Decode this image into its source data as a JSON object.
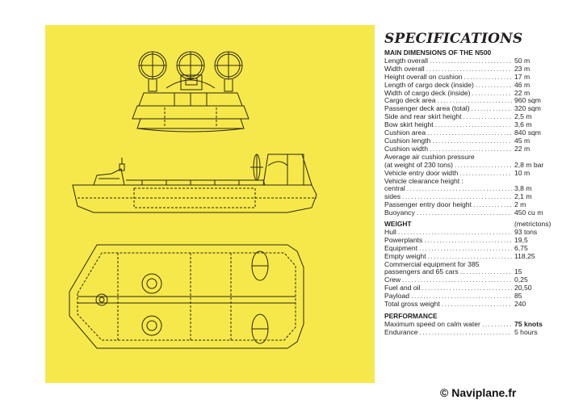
{
  "specifications": {
    "title": "SPECIFICATIONS",
    "main_heading": "MAIN DIMENSIONS OF THE N500",
    "main_rows": [
      {
        "label": "Length overall",
        "value": "50 m"
      },
      {
        "label": "Width overall",
        "value": "23 m"
      },
      {
        "label": "Height overall on cushion",
        "value": "17 m"
      },
      {
        "label": "Length of cargo deck (inside)",
        "value": "46 m"
      },
      {
        "label": "Width of cargo deck (inside)",
        "value": "22 m"
      },
      {
        "label": "Cargo deck area",
        "value": "960 sqm"
      },
      {
        "label": "Passenger deck area (total)",
        "value": "320 sqm"
      },
      {
        "label": "Side and rear skirt height",
        "value": "2,5 m"
      },
      {
        "label": "Bow skirt height",
        "value": "3,6 m"
      },
      {
        "label": "Cushion area",
        "value": "840 sqm"
      },
      {
        "label": "Cushion length",
        "value": "45 m"
      },
      {
        "label": "Cushion width",
        "value": "22 m"
      },
      {
        "label": "Average air cushion pressure",
        "value": "",
        "nodots": true
      },
      {
        "label": "(at weight of 230 tons)",
        "value": "2,8 m bar"
      },
      {
        "label": "Vehicle entry door width",
        "value": "10 m"
      },
      {
        "label": "Vehicle clearance height :",
        "value": "",
        "nodots": true
      },
      {
        "label": "central",
        "value": "3,8 m"
      },
      {
        "label": "sides",
        "value": "2,1 m"
      },
      {
        "label": "Passenger entry door height",
        "value": "2 m"
      },
      {
        "label": "Buoyancy",
        "value": "450 cu m"
      }
    ],
    "weight_heading": "WEIGHT",
    "weight_unit": "(metrictons)",
    "weight_rows": [
      {
        "label": "Hull",
        "value": "93 tons"
      },
      {
        "label": "Powerplants",
        "value": "19,5"
      },
      {
        "label": "Equipment",
        "value": "6,75"
      },
      {
        "label": "Empty weight",
        "value": "118,25"
      },
      {
        "label": "Commercial equipment for 385",
        "value": "",
        "nodots": true
      },
      {
        "label": "passengers and 65 cars",
        "value": "15"
      },
      {
        "label": "Crew",
        "value": "0,25"
      },
      {
        "label": "Fuel and oil",
        "value": "20,50"
      },
      {
        "label": "Payload",
        "value": "85"
      },
      {
        "label": "Total gross weight",
        "value": "240"
      }
    ],
    "performance_heading": "PERFORMANCE",
    "performance_rows": [
      {
        "label": "Maximum speed on calm water",
        "value": "75 knots",
        "bold": true
      },
      {
        "label": "Endurance",
        "value": "5 hours"
      }
    ]
  },
  "credit": "© Naviplane.fr",
  "colors": {
    "panel": "#f6e84a",
    "line": "#2a2618"
  }
}
